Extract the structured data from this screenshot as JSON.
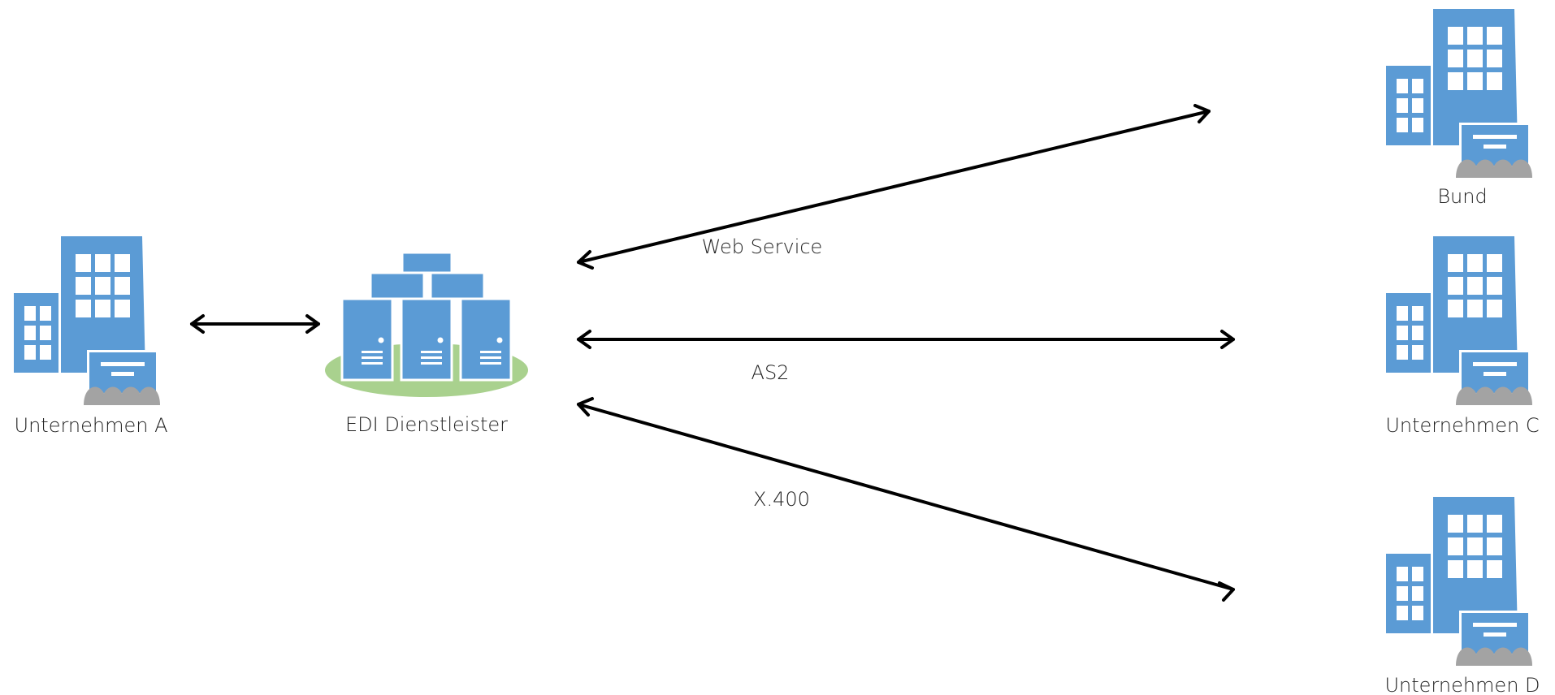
{
  "nodes": {
    "unternehmen_a": {
      "label": "Unternehmen A",
      "icon": "office-building-icon"
    },
    "edi_dienstleister": {
      "label": "EDI Dienstleister",
      "icon": "server-cluster-icon"
    },
    "bund": {
      "label": "Bund",
      "icon": "office-building-icon"
    },
    "unternehmen_c": {
      "label": "Unternehmen C",
      "icon": "office-building-icon"
    },
    "unternehmen_d": {
      "label": "Unternehmen D",
      "icon": "office-building-icon"
    }
  },
  "connections": {
    "web_service": {
      "label": "Web Service"
    },
    "as2": {
      "label": "AS2"
    },
    "x400": {
      "label": "X.400"
    }
  },
  "colors": {
    "building": "#5b9bd5",
    "window": "#ffffff",
    "ground": "#a3a3a3",
    "server": "#5b9bd5",
    "server_base": "#a9d18e",
    "arrow": "#000000"
  }
}
